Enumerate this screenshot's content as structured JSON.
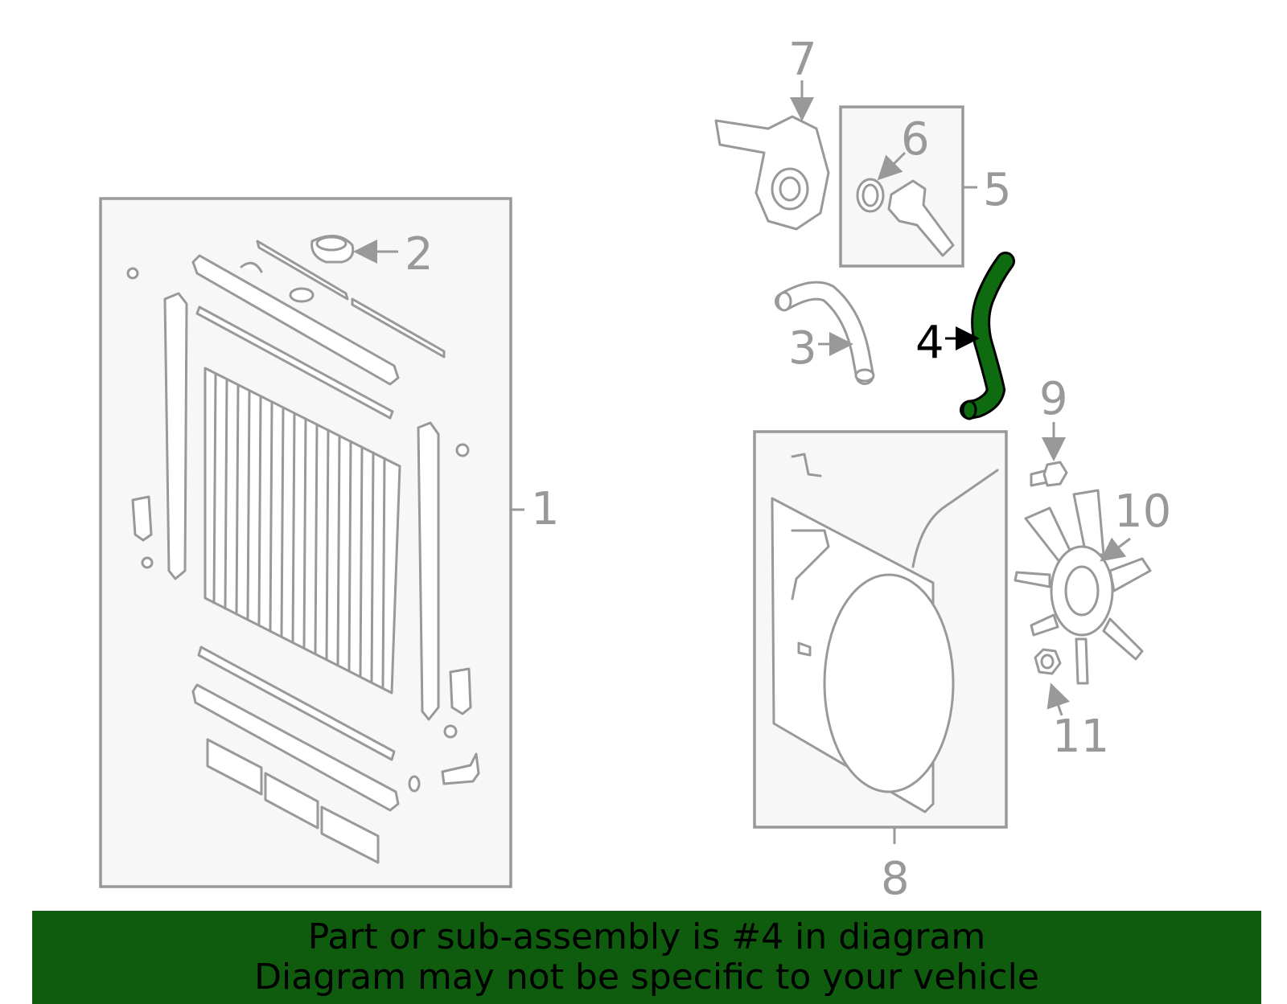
{
  "diagram": {
    "callouts": [
      "1",
      "2",
      "3",
      "4",
      "5",
      "6",
      "7",
      "8",
      "9",
      "10",
      "11"
    ],
    "highlighted_part": "4",
    "colors": {
      "line": "#999999",
      "box_fill": "#f7f7f7",
      "highlight_fill": "#0f6b0f",
      "highlight_text": "#000000",
      "banner_bg": "#0f5c0f"
    }
  },
  "banner": {
    "line1": "Part or sub-assembly is #4 in diagram",
    "line2": "Diagram may not be specific to your vehicle"
  }
}
